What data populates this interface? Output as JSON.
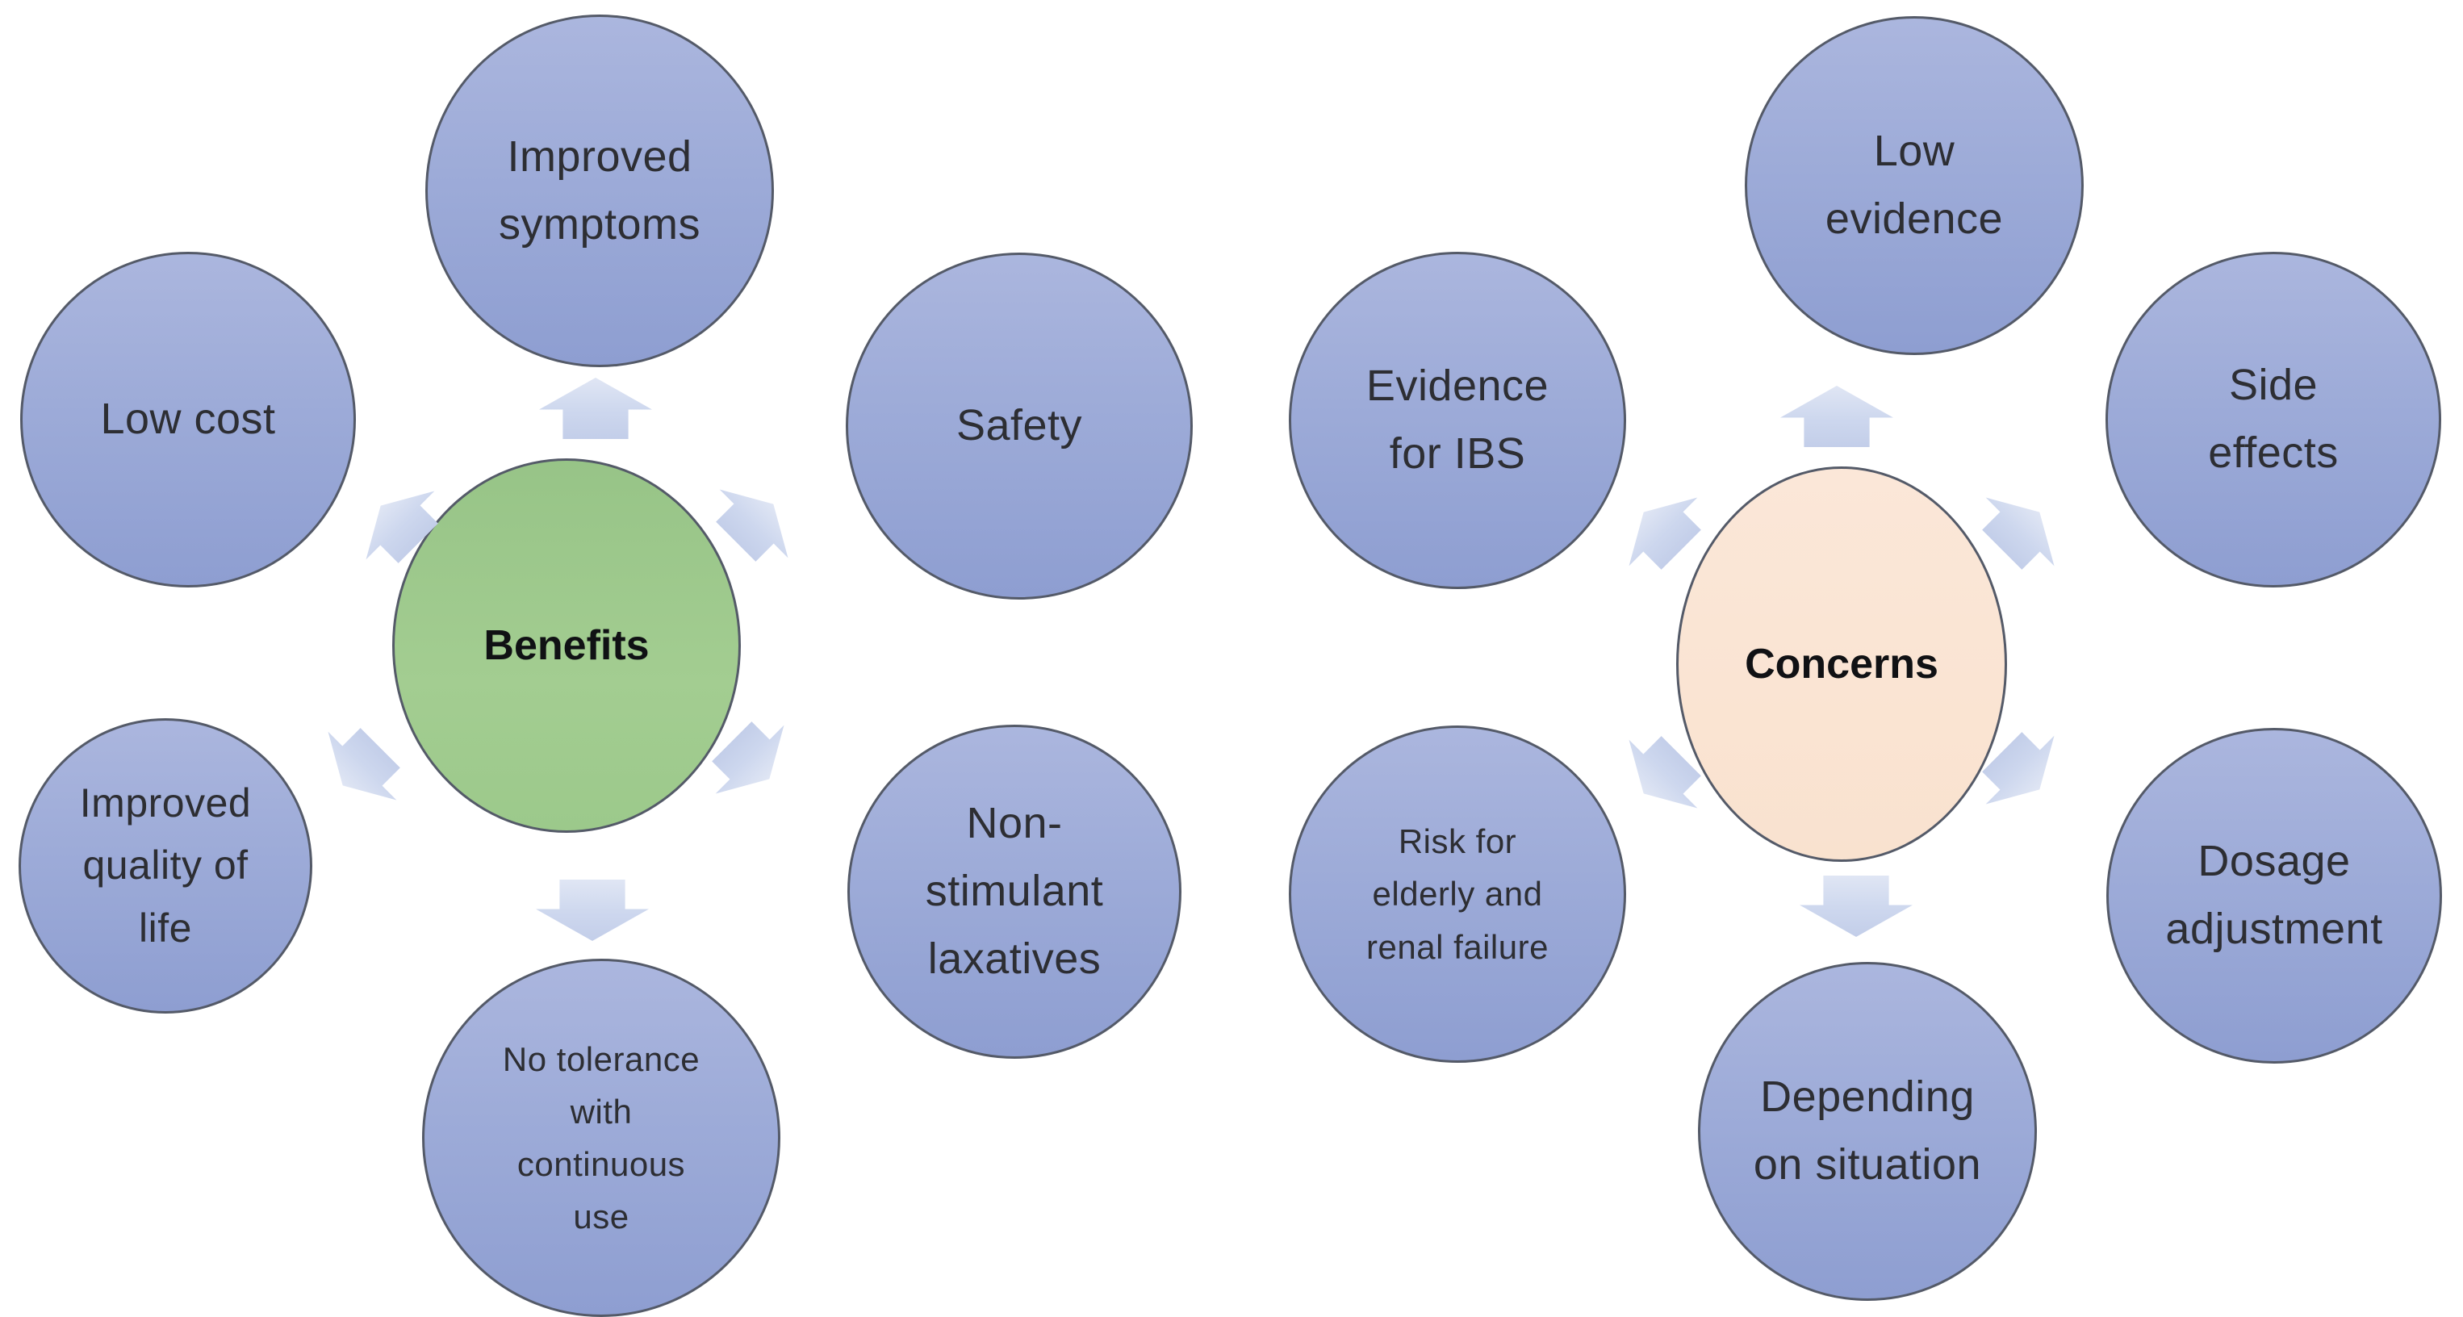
{
  "diagrams": [
    {
      "id": "benefits",
      "center_label": "Benefits",
      "center_color": "#9fca8c",
      "satellites": [
        {
          "id": "improved-symptoms",
          "label": "Improved\nsymptoms"
        },
        {
          "id": "low-cost",
          "label": "Low cost"
        },
        {
          "id": "safety",
          "label": "Safety"
        },
        {
          "id": "improved-quality-of-life",
          "label": "Improved\nquality of\nlife"
        },
        {
          "id": "no-tolerance",
          "label": "No tolerance\nwith\ncontinuous\nuse"
        },
        {
          "id": "non-stimulant-laxatives",
          "label": "Non-\nstimulant\nlaxatives"
        }
      ]
    },
    {
      "id": "concerns",
      "center_label": "Concerns",
      "center_color": "#fae5d4",
      "satellites": [
        {
          "id": "low-evidence",
          "label": "Low\nevidence"
        },
        {
          "id": "evidence-for-ibs",
          "label": "Evidence\nfor IBS"
        },
        {
          "id": "side-effects",
          "label": "Side\neffects"
        },
        {
          "id": "risk-elderly-renal",
          "label": "Risk for\nelderly and\nrenal failure"
        },
        {
          "id": "depending-on-situation",
          "label": "Depending\non situation"
        },
        {
          "id": "dosage-adjustment",
          "label": "Dosage\nadjustment"
        }
      ]
    }
  ],
  "colors": {
    "satellite_top": "#abb6de",
    "satellite_bottom": "#8e9ed1",
    "arrow_fill": "#cdd7ee",
    "benefits_fill": "#9fca8c",
    "concerns_fill": "#fae5d4",
    "circle_outline": "#545a68",
    "text": "#2d2e33"
  }
}
